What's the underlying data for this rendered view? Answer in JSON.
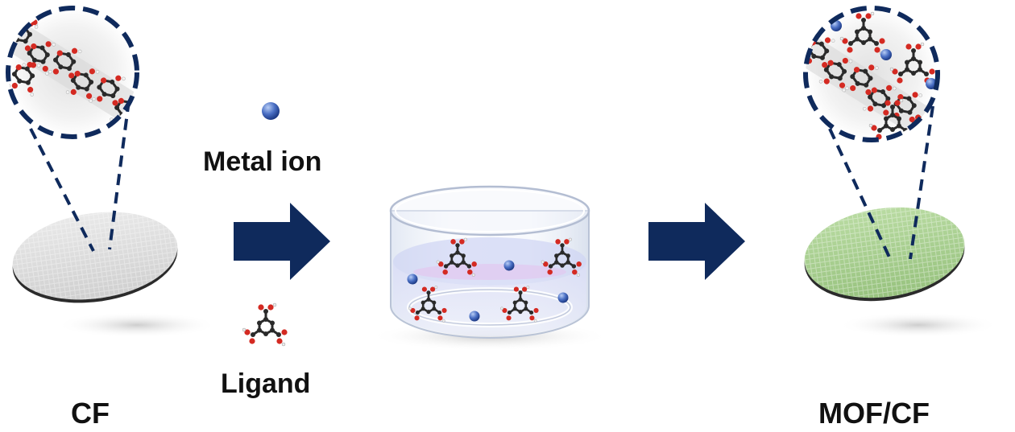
{
  "labels": {
    "cf": "CF",
    "mof_cf": "MOF/CF",
    "metal_ion": "Metal ion",
    "ligand": "Ligand"
  },
  "colors": {
    "navy": "#0f2a5c",
    "cf_disc": "#dcdcdc",
    "mof_disc": "#a6cf8e",
    "metal_ion": "#4a6fc4",
    "oxygen": "#d42a22",
    "carbon": "#2a2a2a",
    "hydrogen": "#f2f2f2",
    "solution": "#cfd4f3"
  },
  "icons": {
    "metal_ion": "blue-sphere-icon",
    "ligand": "ligand-molecule-icon",
    "arrow": "right-arrow-icon",
    "dish": "petri-dish-icon"
  }
}
